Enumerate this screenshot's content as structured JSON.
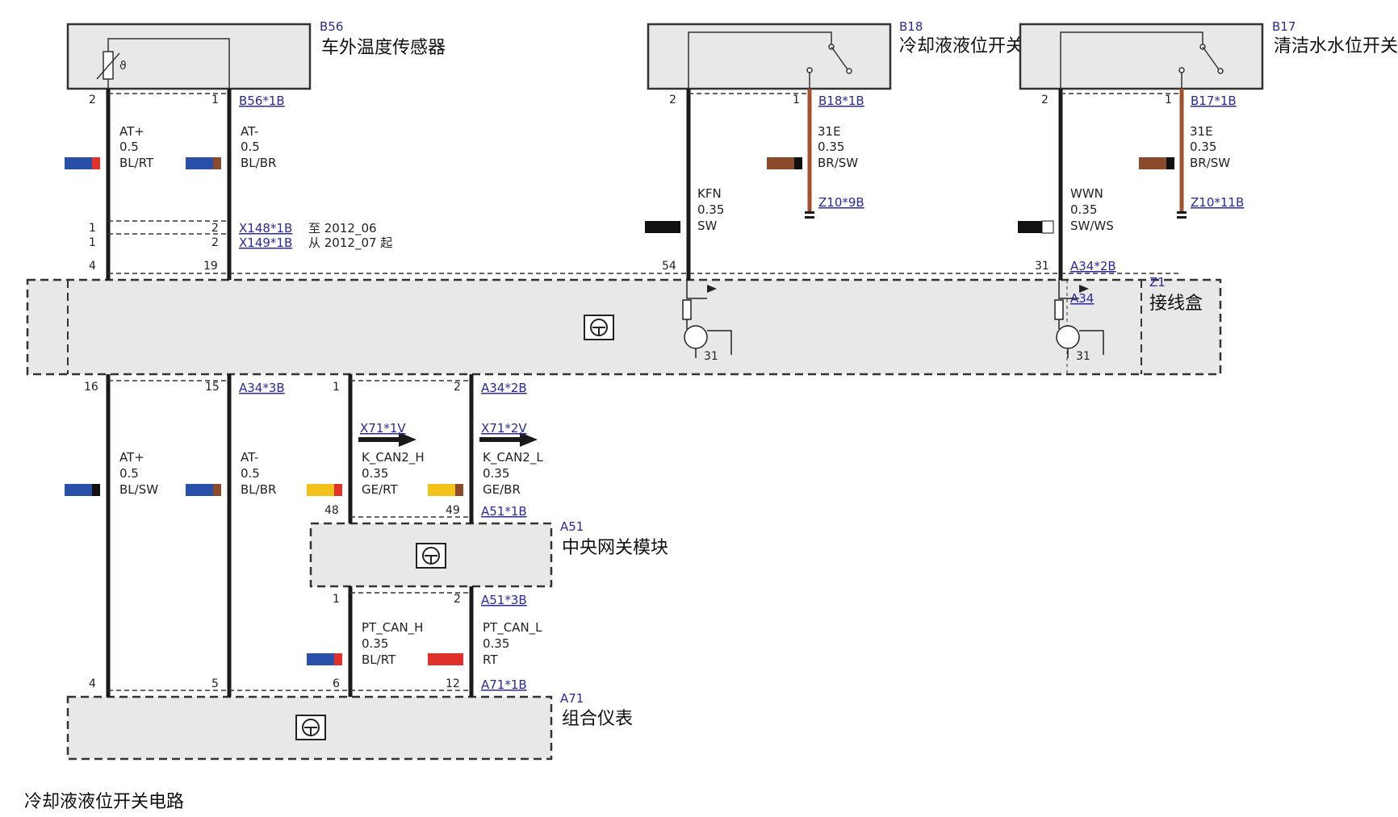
{
  "components": {
    "b56": {
      "code": "B56",
      "name": "车外温度传感器",
      "connector": "B56*1B",
      "pin_left": "2",
      "pin_right": "1"
    },
    "b18": {
      "code": "B18",
      "name": "冷却液液位开关",
      "connector": "B18*1B",
      "pin_left": "2",
      "pin_right": "1"
    },
    "b17": {
      "code": "B17",
      "name": "清洁水水位开关",
      "connector": "B17*1B",
      "pin_left": "2",
      "pin_right": "1"
    },
    "z1": {
      "code": "Z1",
      "name": "接线盒",
      "inner": "A34"
    },
    "a51": {
      "code": "A51",
      "name": "中央网关模块"
    },
    "a71": {
      "code": "A71",
      "name": "组合仪表"
    }
  },
  "wires": {
    "at_plus_top": {
      "line1": "AT+",
      "line2": "0.5",
      "line3": "BL/RT"
    },
    "at_minus_top": {
      "line1": "AT-",
      "line2": "0.5",
      "line3": "BL/BR"
    },
    "b18_ground": {
      "line1": "31E",
      "line2": "0.35",
      "line3": "BR/SW",
      "end": "Z10*9B"
    },
    "kfn": {
      "line1": "KFN",
      "line2": "0.35",
      "line3": "SW"
    },
    "b17_ground": {
      "line1": "31E",
      "line2": "0.35",
      "line3": "BR/SW",
      "end": "Z10*11B"
    },
    "wwn": {
      "line1": "WWN",
      "line2": "0.35",
      "line3": "SW/WS"
    },
    "at_plus_mid": {
      "line1": "AT+",
      "line2": "0.5",
      "line3": "BL/SW"
    },
    "at_minus_mid": {
      "line1": "AT-",
      "line2": "0.5",
      "line3": "BL/BR"
    },
    "kcan_h": {
      "line1": "K_CAN2_H",
      "line2": "0.35",
      "line3": "GE/RT"
    },
    "kcan_l": {
      "line1": "K_CAN2_L",
      "line2": "0.35",
      "line3": "GE/BR"
    },
    "ptcan_h": {
      "line1": "PT_CAN_H",
      "line2": "0.35",
      "line3": "BL/RT"
    },
    "ptcan_l": {
      "line1": "PT_CAN_L",
      "line2": "0.35",
      "line3": "RT"
    }
  },
  "connectors": {
    "x148": {
      "label": "X148*1B",
      "note": "至 2012_06",
      "pin_a": "1",
      "pin_b": "2"
    },
    "x149": {
      "label": "X149*1B",
      "note": "从 2012_07 起",
      "pin_a": "1",
      "pin_b": "2"
    },
    "z1_top_pins": [
      "4",
      "19",
      "54",
      "31"
    ],
    "a34_2b_top": "A34*2B",
    "a34_3b": {
      "label": "A34*3B",
      "pin_a": "16",
      "pin_b": "15"
    },
    "a34_2b_bottom": {
      "label": "A34*2B",
      "pin_a": "1",
      "pin_b": "2"
    },
    "x71_1v": "X71*1V",
    "x71_2v": "X71*2V",
    "a51_1b": {
      "label": "A51*1B",
      "pin_a": "48",
      "pin_b": "49"
    },
    "a51_3b": {
      "label": "A51*3B",
      "pin_a": "1",
      "pin_b": "2"
    },
    "a71_1b": {
      "label": "A71*1B",
      "pins": [
        "4",
        "5",
        "6",
        "12"
      ]
    },
    "ground_label": "31"
  },
  "caption": "冷却液液位开关电路",
  "colors": {
    "box_fill": "#e8e8e8",
    "wire": "#1a1a1a",
    "brown_wire": "#a0522d",
    "blue": "#2a4fa8",
    "red": "#e0322a",
    "yellow": "#f2c21b",
    "brown": "#8b4a2b",
    "black": "#111111",
    "white": "#ffffff"
  }
}
